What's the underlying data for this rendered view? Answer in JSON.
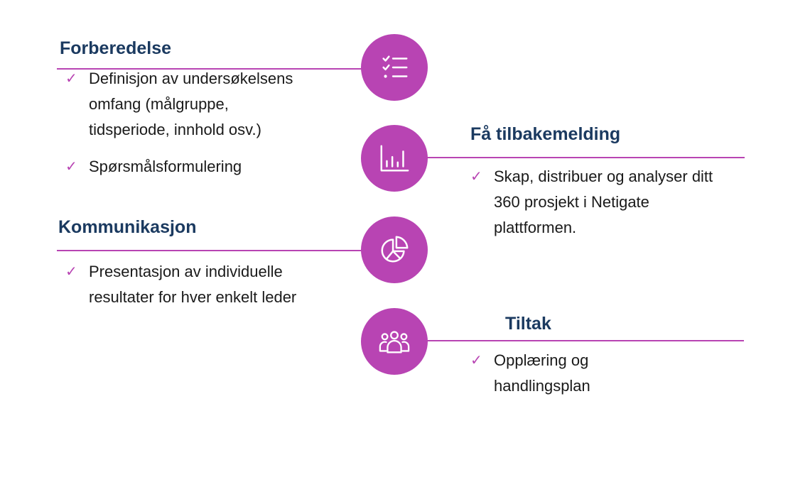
{
  "colors": {
    "accent": "#b844b3",
    "heading": "#1b3a60",
    "text": "#1a1a1a"
  },
  "sections": {
    "forberedelse": {
      "title": "Forberedelse",
      "icon": "checklist-icon",
      "items": [
        "Definisjon av undersøkelsens omfang (målgruppe, tidsperiode, innhold osv.)",
        "Spørsmålsformulering"
      ]
    },
    "tilbakemelding": {
      "title": "Få tilbakemelding",
      "icon": "bar-chart-icon",
      "items": [
        "Skap, distribuer og analyser ditt 360 prosjekt i Netigate plattformen."
      ]
    },
    "kommunikasjon": {
      "title": "Kommunikasjon",
      "icon": "pie-chart-icon",
      "items": [
        "Presentasjon av individuelle resultater for hver enkelt leder"
      ]
    },
    "tiltak": {
      "title": "Tiltak",
      "icon": "group-icon",
      "items": [
        "Opplæring og handlingsplan"
      ]
    }
  }
}
